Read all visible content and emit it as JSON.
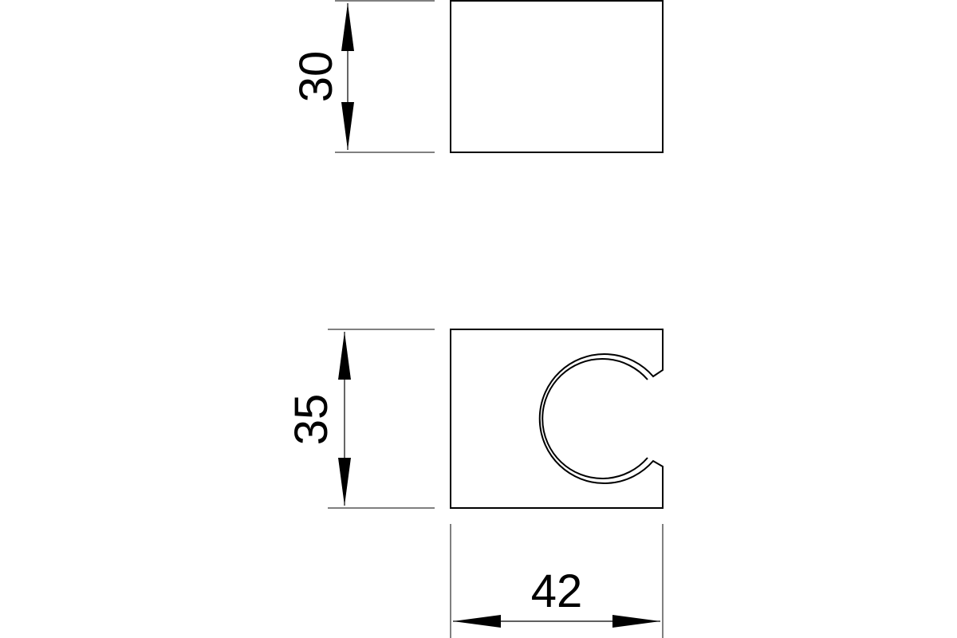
{
  "drawing": {
    "top_view_height_label": "30",
    "front_view_height_label": "35",
    "front_view_width_label": "42"
  },
  "colors": {
    "line": "#000000",
    "background": "#ffffff"
  }
}
